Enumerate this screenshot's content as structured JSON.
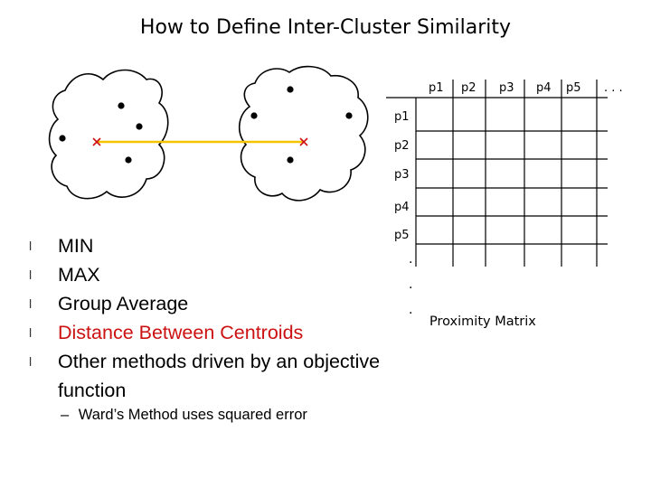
{
  "title": "How to Define Inter-Cluster Similarity",
  "matrix": {
    "col_headers": [
      "p1",
      "p2",
      "p3",
      "p4",
      "p5",
      ". . ."
    ],
    "row_headers": [
      "p1",
      "p2",
      "p3",
      "p4",
      "p5"
    ],
    "row_dots": [
      ".",
      ".",
      "."
    ],
    "caption": "Proximity Matrix"
  },
  "methods": [
    {
      "label": "MIN",
      "highlight": false
    },
    {
      "label": "MAX",
      "highlight": false
    },
    {
      "label": "Group Average",
      "highlight": false
    },
    {
      "label": "Distance Between Centroids",
      "highlight": true
    },
    {
      "label": "Other methods driven by an objective",
      "highlight": false
    }
  ],
  "methods_cont": "function",
  "sub_method": "Ward’s Method uses squared error",
  "bullet_glyph": "l",
  "sub_glyph": "–",
  "colors": {
    "highlight": "#cc1111",
    "centroid_line": "#f5c400",
    "centroid_mark": "#cc1111"
  }
}
